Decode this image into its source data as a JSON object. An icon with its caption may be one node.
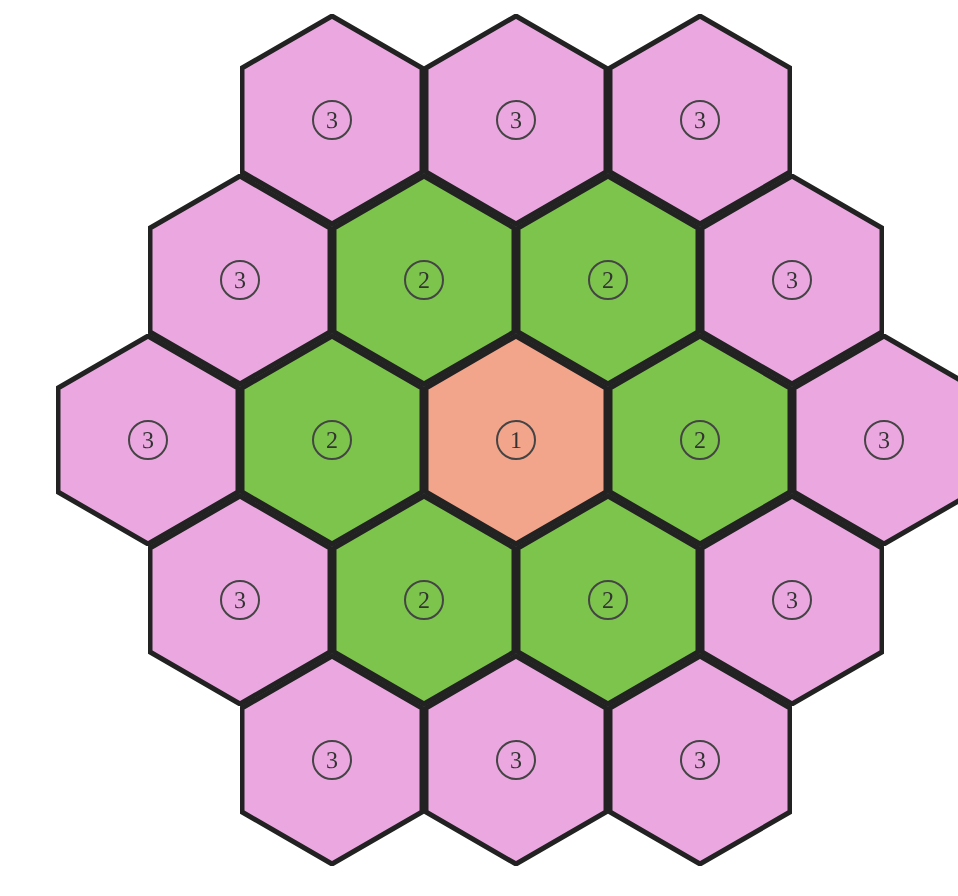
{
  "diagram": {
    "nodes": [
      {
        "text": [
          "3"
        ]
      },
      {
        "text": [
          "3"
        ]
      },
      {
        "text": [
          "3"
        ]
      },
      {
        "text": [
          "3"
        ]
      },
      {
        "text": [
          "2"
        ]
      },
      {
        "text": [
          "2"
        ]
      },
      {
        "text": [
          "3"
        ]
      },
      {
        "text": [
          "3"
        ]
      },
      {
        "text": [
          "2"
        ]
      },
      {
        "text": [
          "1"
        ]
      },
      {
        "text": [
          "2"
        ]
      },
      {
        "text": [
          "3"
        ]
      },
      {
        "text": [
          "3"
        ]
      },
      {
        "text": [
          "2"
        ]
      },
      {
        "text": [
          "2"
        ]
      },
      {
        "text": [
          "3"
        ]
      },
      {
        "text": [
          "3"
        ]
      },
      {
        "text": [
          "3"
        ]
      },
      {
        "text": [
          "3"
        ]
      }
    ]
  }
}
